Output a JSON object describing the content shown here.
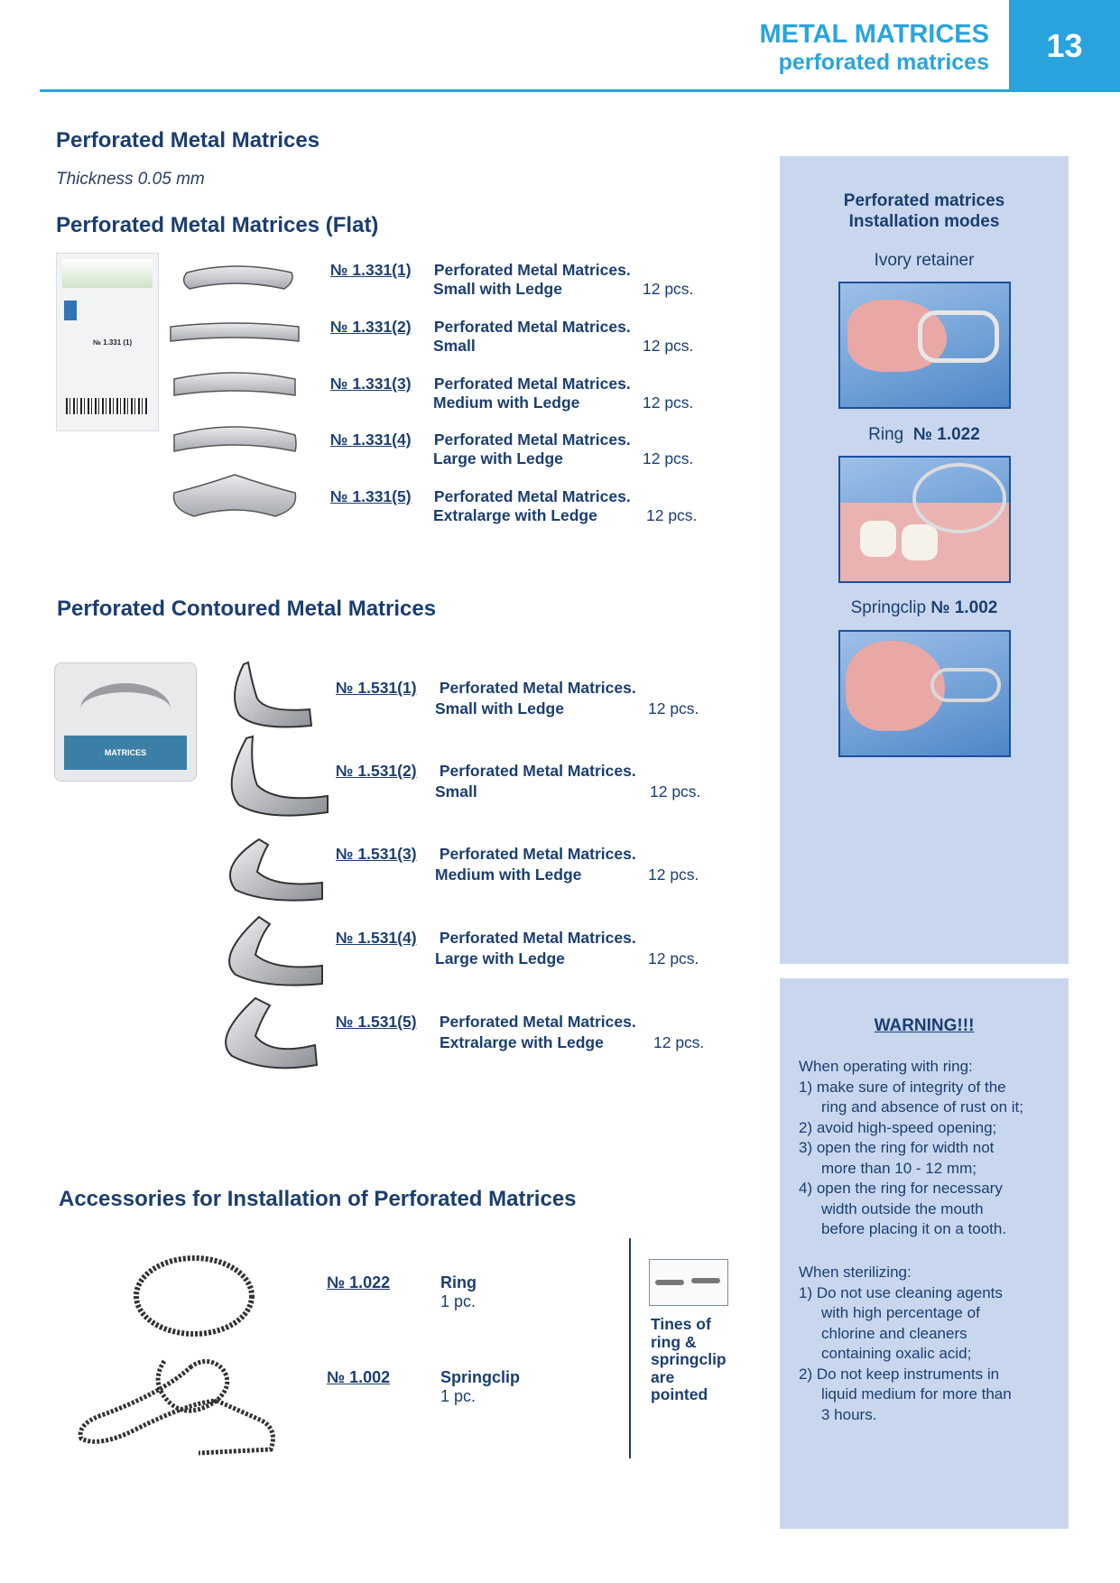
{
  "header": {
    "title": "METAL MATRICES",
    "subtitle": "perforated matrices",
    "page_number": "13"
  },
  "section1": {
    "title": "Perforated Metal Matrices",
    "thickness": "Thickness 0.05 mm",
    "flat_title": "Perforated Metal Matrices (Flat)",
    "items": [
      {
        "no": "№ 1.331(1)",
        "name": "Perforated Metal Matrices.",
        "variant": "Small with Ledge",
        "qty": "12 pcs."
      },
      {
        "no": "№ 1.331(2)",
        "name": "Perforated Metal Matrices.",
        "variant": "Small",
        "qty": "12 pcs."
      },
      {
        "no": "№ 1.331(3)",
        "name": "Perforated Metal Matrices.",
        "variant": "Medium with Ledge",
        "qty": "12 pcs."
      },
      {
        "no": "№ 1.331(4)",
        "name": "Perforated Metal Matrices.",
        "variant": "Large with Ledge",
        "qty": "12 pcs."
      },
      {
        "no": "№ 1.331(5)",
        "name": "Perforated Metal Matrices.",
        "variant": "Extralarge with Ledge",
        "qty": "12 pcs."
      }
    ],
    "package_label": "№ 1.331 (1)"
  },
  "section2": {
    "title": "Perforated Contoured Metal Matrices",
    "items": [
      {
        "no": "№ 1.531(1)",
        "name": "Perforated Metal Matrices.",
        "variant": "Small with Ledge",
        "qty": "12 pcs."
      },
      {
        "no": "№ 1.531(2)",
        "name": "Perforated Metal Matrices.",
        "variant": "Small",
        "qty": "12 pcs."
      },
      {
        "no": "№ 1.531(3)",
        "name": "Perforated Metal Matrices.",
        "variant": "Medium with Ledge",
        "qty": "12 pcs."
      },
      {
        "no": "№ 1.531(4)",
        "name": "Perforated Metal Matrices.",
        "variant": "Large with Ledge",
        "qty": "12 pcs."
      },
      {
        "no": "№ 1.531(5)",
        "name": "Perforated Metal Matrices.",
        "variant": "Extralarge with Ledge",
        "qty": "12 pcs."
      }
    ],
    "package_label": "MATRICES"
  },
  "section3": {
    "title": "Accessories for Installation of  Perforated Matrices",
    "items": [
      {
        "no": "№ 1.022",
        "name": "Ring",
        "qty": "1 pc."
      },
      {
        "no": "№ 1.002",
        "name": "Springclip",
        "qty": "1 pc."
      }
    ],
    "note": [
      "Tines of",
      "ring &",
      "springclip",
      "are",
      "pointed"
    ]
  },
  "side_panel": {
    "title_line1": "Perforated matrices",
    "title_line2": "Installation modes",
    "mode1": "Ivory retainer",
    "mode2_label": "Ring",
    "mode2_no": "№ 1.022",
    "mode3_label": "Springclip",
    "mode3_no": "№ 1.002"
  },
  "warning": {
    "title": "WARNING!!!",
    "ring_intro": "When operating with ring:",
    "ring_items": [
      [
        "1)  make sure of integrity of the",
        "ring and absence of rust on it;"
      ],
      [
        "2)  avoid high-speed opening;"
      ],
      [
        "3)  open the ring for width not",
        "more than 10 - 12 mm;"
      ],
      [
        "4)  open the ring for necessary",
        "width   outside   the  mouth",
        "before  placing it on a tooth."
      ]
    ],
    "steril_intro": "When sterilizing:",
    "steril_items": [
      [
        "1) Do not use cleaning agents",
        "with  high  percentage  of",
        "chlorine    and    cleaners",
        "containing oxalic acid;"
      ],
      [
        "2) Do not keep instruments  in",
        "liquid medium for more than",
        "3 hours."
      ]
    ]
  },
  "colors": {
    "accent": "#29a3dd",
    "navy": "#1b3e70",
    "panel": "#c9d7ee"
  }
}
